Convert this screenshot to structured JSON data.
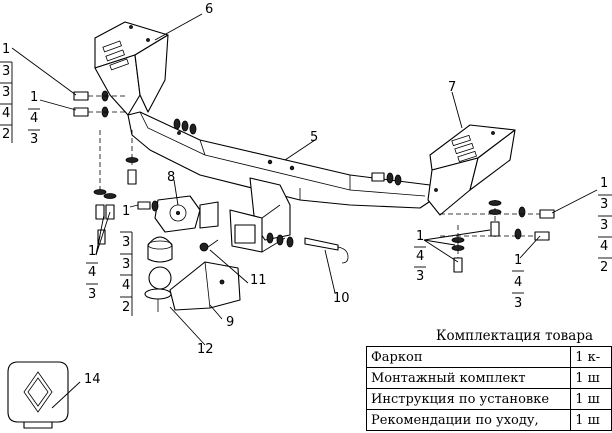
{
  "callouts": {
    "c1": "1",
    "c2": "2",
    "c3": "3",
    "c4": "4",
    "c5": "5",
    "c6": "6",
    "c7": "7",
    "c8": "8",
    "c9": "9",
    "c10": "10",
    "c11": "11",
    "c12": "12",
    "c14": "14"
  },
  "kit": {
    "title": "Комплектация товара",
    "rows": [
      {
        "name": "Фаркоп",
        "qty": "1 к-"
      },
      {
        "name": "Монтажный комплект",
        "qty": "1 ш"
      },
      {
        "name": "Инструкция по установке",
        "qty": "1 ш"
      },
      {
        "name": "Рекомендации по уходу,",
        "qty": "1 ш"
      }
    ]
  }
}
